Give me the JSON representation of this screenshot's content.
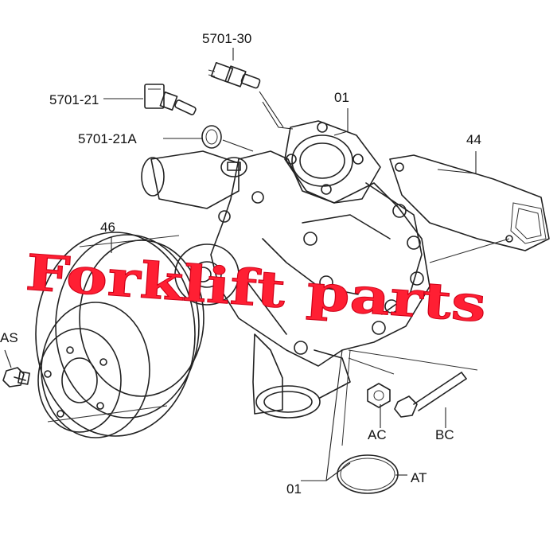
{
  "labels": {
    "p5701_30": "5701-30",
    "p5701_21": "5701-21",
    "p5701_21a": "5701-21A",
    "p01_top": "01",
    "p44": "44",
    "p46": "46",
    "pAS": "AS",
    "pAC": "AC",
    "pBC": "BC",
    "pAT": "AT",
    "p01_bottom": "01"
  },
  "watermark": "Forklift parts",
  "colors": {
    "line": "#222222",
    "watermark": "#ff1f33"
  }
}
